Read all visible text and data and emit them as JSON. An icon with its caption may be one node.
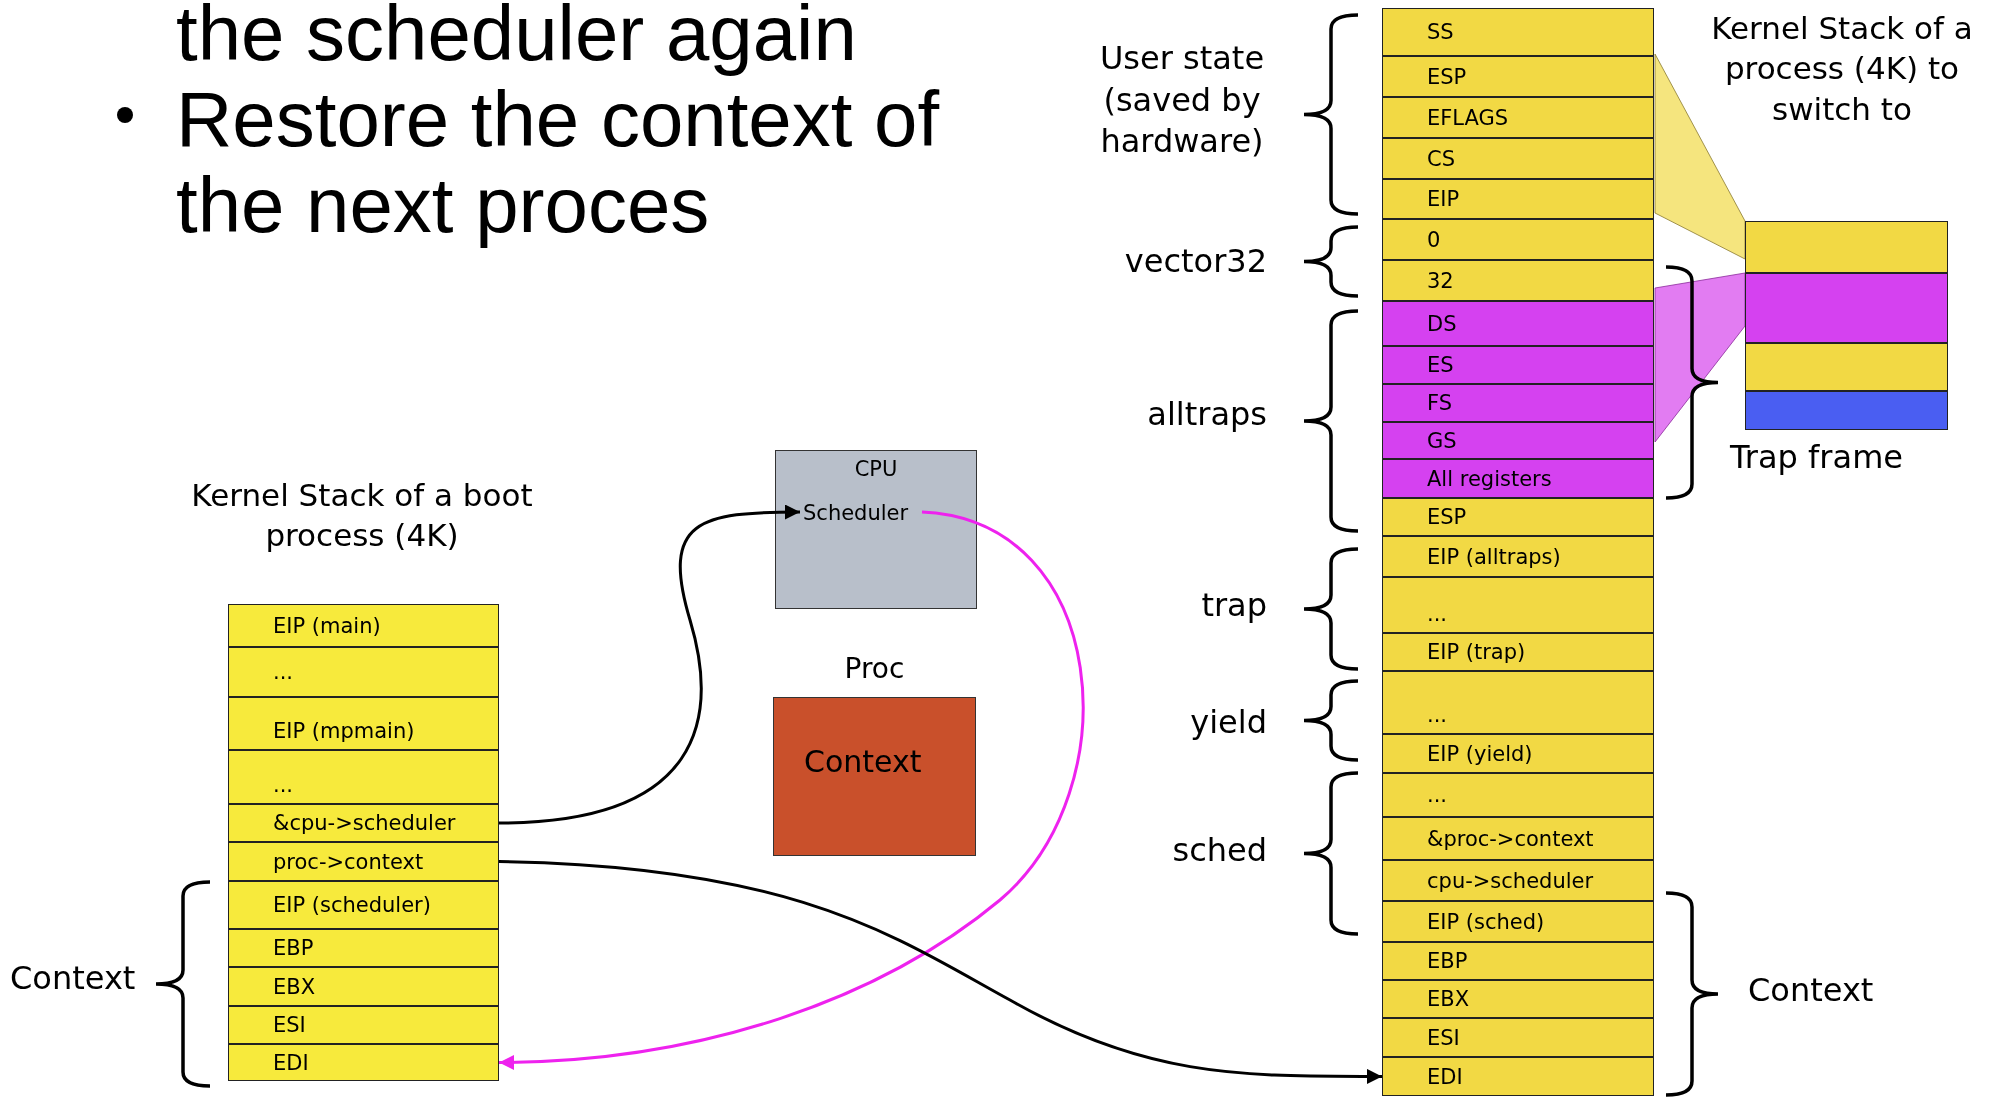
{
  "diagram": {
    "nodes": [
      {
        "text": [
          "EIP (main)"
        ]
      },
      {
        "text": [
          "..."
        ]
      },
      {
        "text": [
          "EIP (mpmain)"
        ]
      },
      {
        "text": [
          "..."
        ]
      },
      {
        "text": [
          "&cpu->scheduler"
        ]
      },
      {
        "text": [
          "proc->context"
        ]
      },
      {
        "text": [
          "EIP (scheduler)"
        ]
      },
      {
        "text": [
          "EBP"
        ]
      },
      {
        "text": [
          "EBX"
        ]
      },
      {
        "text": [
          "ESI"
        ]
      },
      {
        "text": [
          "EDI"
        ]
      },
      {
        "text": [
          "CPU"
        ]
      },
      {
        "text": [
          "Scheduler"
        ],
        "in": 11
      },
      {
        "text": [
          "Context"
        ],
        "beside": [
          "Proc"
        ]
      },
      {
        "text": [
          "SS"
        ]
      },
      {
        "text": [
          "ESP"
        ]
      },
      {
        "text": [
          "EFLAGS"
        ]
      },
      {
        "text": [
          "CS"
        ]
      },
      {
        "text": [
          "EIP"
        ]
      },
      {
        "text": [
          "0"
        ]
      },
      {
        "text": [
          "32"
        ]
      },
      {
        "text": [
          "DS"
        ]
      },
      {
        "text": [
          "ES"
        ]
      },
      {
        "text": [
          "FS"
        ]
      },
      {
        "text": [
          "GS"
        ]
      },
      {
        "text": [
          "All registers"
        ]
      },
      {
        "text": [
          "ESP"
        ]
      },
      {
        "text": [
          "EIP (alltraps)"
        ]
      },
      {
        "text": [
          "..."
        ]
      },
      {
        "text": [
          "EIP (trap)"
        ]
      },
      {
        "text": [
          "..."
        ]
      },
      {
        "text": [
          "EIP (yield)"
        ]
      },
      {
        "text": [
          "..."
        ]
      },
      {
        "text": [
          "&proc->context"
        ]
      },
      {
        "text": [
          "cpu->scheduler"
        ]
      },
      {
        "text": [
          "EIP (sched)"
        ]
      },
      {
        "text": [
          "EBP"
        ]
      },
      {
        "text": [
          "EBX"
        ]
      },
      {
        "text": [
          "ESI"
        ]
      },
      {
        "text": [
          "EDI"
        ]
      },
      {
        "text": [],
        "shape": "box"
      },
      {
        "text": [],
        "shape": "box"
      },
      {
        "text": [],
        "shape": "box"
      },
      {
        "text": [],
        "shape": "box"
      }
    ],
    "edges": [
      {
        "from": 4,
        "to": 12,
        "arrow": "to"
      },
      {
        "from": 12,
        "to": 10,
        "arrow": "to",
        "color": "#ee22ee"
      },
      {
        "from": 5,
        "to": 39,
        "arrow": "to"
      }
    ],
    "labels": [
      "the scheduler again",
      "Restore the context of the next proces",
      "Kernel Stack of a boot process (4K)",
      "Context",
      "User state (saved by hardware)",
      "vector32",
      "alltraps",
      "trap",
      "yield",
      "sched",
      "Kernel Stack of a process (4K) to switch to",
      "Trap frame",
      "Context"
    ]
  }
}
